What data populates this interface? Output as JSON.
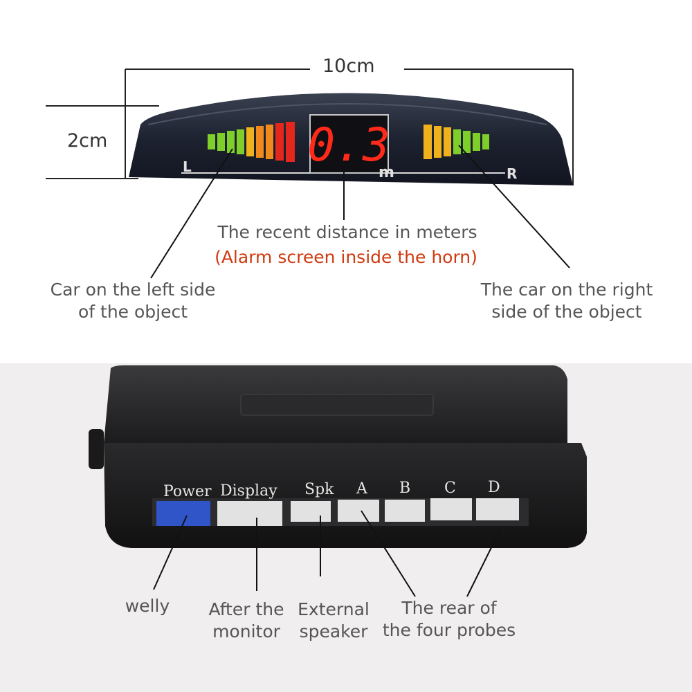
{
  "dimensions": {
    "width": "10cm",
    "height": "2cm"
  },
  "display": {
    "reading": "0.3",
    "unit": "m",
    "left_marker": "L",
    "right_marker": "R"
  },
  "callouts": {
    "distance": "The recent distance in meters",
    "distance_note": "(Alarm screen inside the horn)",
    "left_line1": "Car on the left side",
    "left_line2": "of the object",
    "right_line1": "The car on the right",
    "right_line2": "side of the object"
  },
  "ports": {
    "labels": [
      "Power",
      "Display",
      "Spk",
      "A",
      "B",
      "C",
      "D"
    ]
  },
  "port_callouts": {
    "power_line1": "welly",
    "monitor_line1": "After the",
    "monitor_line2": "monitor",
    "speaker_line1": "External",
    "speaker_line2": "speaker",
    "probes_line1": "The rear of",
    "probes_line2": "the four probes"
  },
  "colors": {
    "led_green": "#7fcf2a",
    "led_yellow": "#f0b21c",
    "led_orange": "#f08a1c",
    "led_red": "#e4271d",
    "digit_red": "#ff2a1a",
    "callout_red": "#cf3a10",
    "power_port": "#2f55c8"
  }
}
